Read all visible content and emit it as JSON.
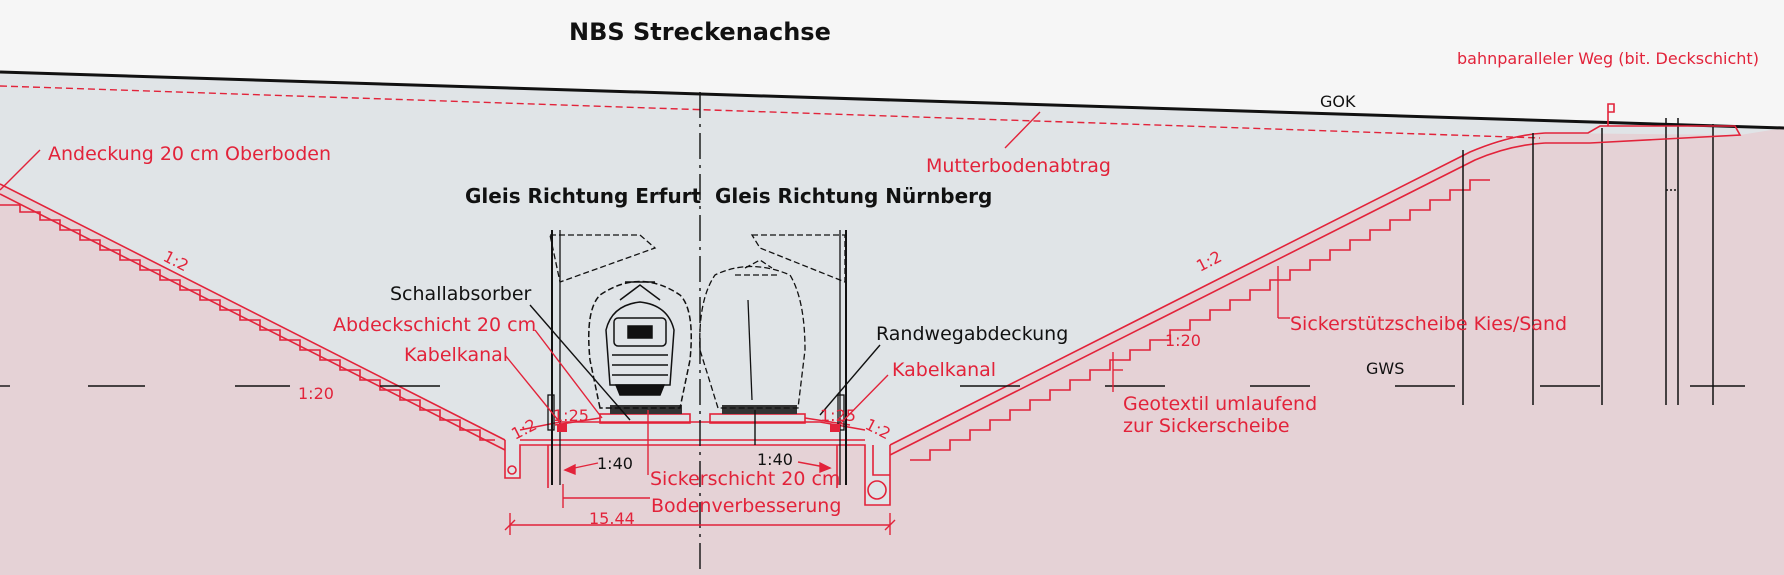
{
  "title": "NBS Streckenachse",
  "colors": {
    "red": "#e2233a",
    "black": "#111111",
    "sky": "#f6f6f6",
    "cut_fill": "#e0e4e7",
    "ground_fill": "#e5d2d6"
  },
  "labels": {
    "path_top": "bahnparalleler Weg (bit. Deckschicht)",
    "gok": "GOK",
    "andeckung": "Andeckung 20 cm Oberboden",
    "mutterboden": "Mutterbodenabtrag",
    "track_erfurt": "Gleis Richtung Erfurt",
    "track_nuernberg": "Gleis Richtung Nürnberg",
    "schallabsorber": "Schallabsorber",
    "abdeckschicht": "Abdeckschicht 20 cm",
    "kabelkanal_left": "Kabelkanal",
    "kabelkanal_right": "Kabelkanal",
    "randweg": "Randwegabdeckung",
    "sickerstuetz": "Sickerstützscheibe Kies/Sand",
    "gws": "GWS",
    "geotextil_1": "Geotextil umlaufend",
    "geotextil_2": "zur Sickerscheibe",
    "sickerschicht": "Sickerschicht 20 cm",
    "bodenverbesserung": "Bodenverbesserung",
    "width": "15.44",
    "slope_1_2": "1:2",
    "slope_1_20": "1:20",
    "slope_1_25": "1:25",
    "slope_1_40": "1:40"
  }
}
